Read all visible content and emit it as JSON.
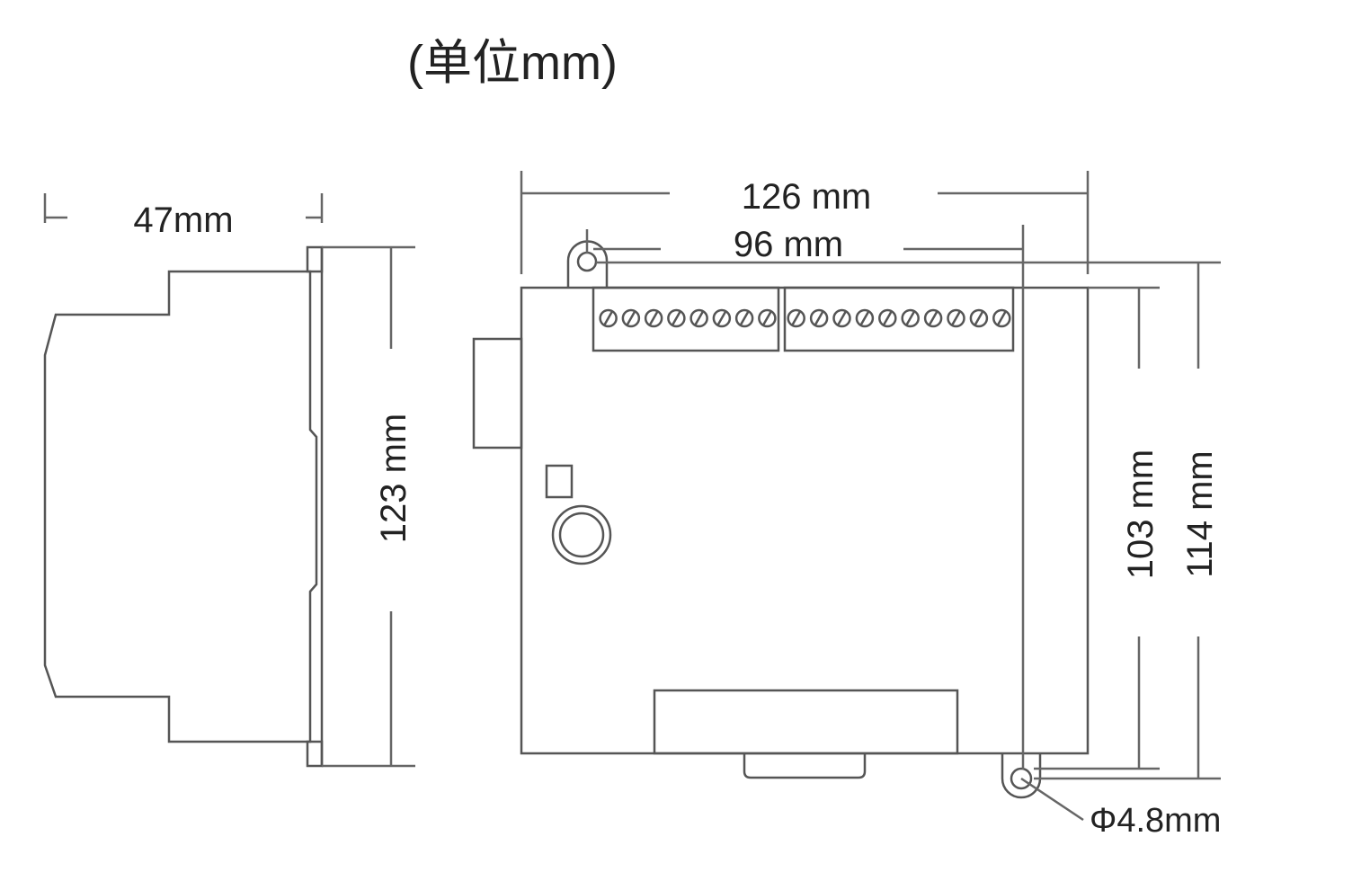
{
  "title": "(单位mm)",
  "side_view": {
    "width_label": "47mm",
    "height_label": "123 mm"
  },
  "front_view": {
    "width_label": "126 mm",
    "hole_spacing_label": "96 mm",
    "body_height_label": "103 mm",
    "hole_height_label": "114 mm",
    "hole_diameter_label": "Φ4.8mm",
    "terminal_block_1_screws": 8,
    "terminal_block_2_screws": 10
  }
}
